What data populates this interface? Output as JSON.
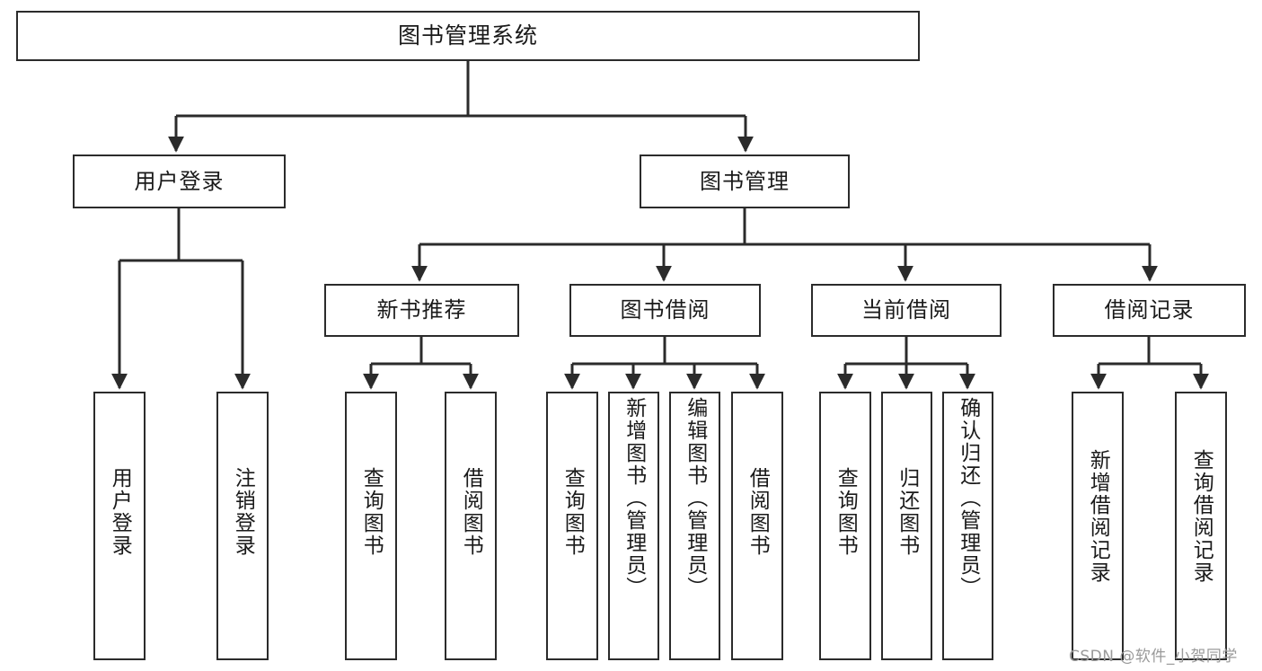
{
  "diagram": {
    "title": "图书管理系统",
    "type": "tree-hierarchy",
    "orientation": "top-down",
    "colors": {
      "box_border": "#2b2b2b",
      "box_fill": "#ffffff",
      "connector": "#2b2b2b",
      "text": "#1a1a1a",
      "watermark": "#9a9a9a",
      "background": "#ffffff"
    }
  },
  "nodes": {
    "root": {
      "label": "图书管理系统"
    },
    "level1": [
      {
        "label": "用户登录"
      },
      {
        "label": "图书管理"
      }
    ],
    "level2": [
      {
        "label": "新书推荐"
      },
      {
        "label": "图书借阅"
      },
      {
        "label": "当前借阅"
      },
      {
        "label": "借阅记录"
      }
    ],
    "leaves": {
      "user_login": [
        {
          "label": "用户登录"
        },
        {
          "label": "注销登录"
        }
      ],
      "new_book_recommend": [
        {
          "label": "查询图书"
        },
        {
          "label": "借阅图书"
        }
      ],
      "book_borrow": [
        {
          "label": "查询图书"
        },
        {
          "label": "新增图书（管理员）"
        },
        {
          "label": "编辑图书（管理员）"
        },
        {
          "label": "借阅图书"
        }
      ],
      "current_borrow": [
        {
          "label": "查询图书"
        },
        {
          "label": "归还图书"
        },
        {
          "label": "确认归还（管理员）"
        }
      ],
      "borrow_records": [
        {
          "label": "新增借阅记录"
        },
        {
          "label": "查询借阅记录"
        }
      ]
    }
  },
  "watermark": {
    "text": "CSDN @软件_小贺同学"
  }
}
